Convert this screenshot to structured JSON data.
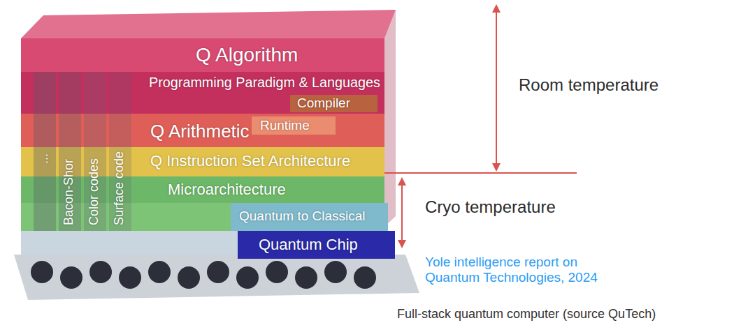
{
  "diagram": {
    "caption": "Full-stack quantum computer (source QuTech)",
    "nodes": [
      {
        "text": [
          "Q Algorithm"
        ]
      },
      {
        "text": [
          "Programming Paradigm & Languages"
        ]
      },
      {
        "text": [
          "Compiler"
        ],
        "in": 1
      },
      {
        "text": [
          "Q Arithmetic"
        ]
      },
      {
        "text": [
          "Runtime"
        ],
        "in": 3
      },
      {
        "text": [
          "Q Instruction Set Architecture"
        ]
      },
      {
        "text": [
          "Microarchitecture"
        ]
      },
      {
        "text": [
          "Quantum to Classical"
        ]
      },
      {
        "text": [
          "Quantum Chip"
        ]
      },
      {
        "text": [
          "..."
        ]
      },
      {
        "text": [
          "Bacon-Shor"
        ]
      },
      {
        "text": [
          "Color codes"
        ]
      },
      {
        "text": [
          "Surface code"
        ]
      }
    ],
    "labels": [
      "Room temperature",
      "Cryo temperature",
      "Yole intelligence report on Quantum Technologies, 2024"
    ]
  }
}
